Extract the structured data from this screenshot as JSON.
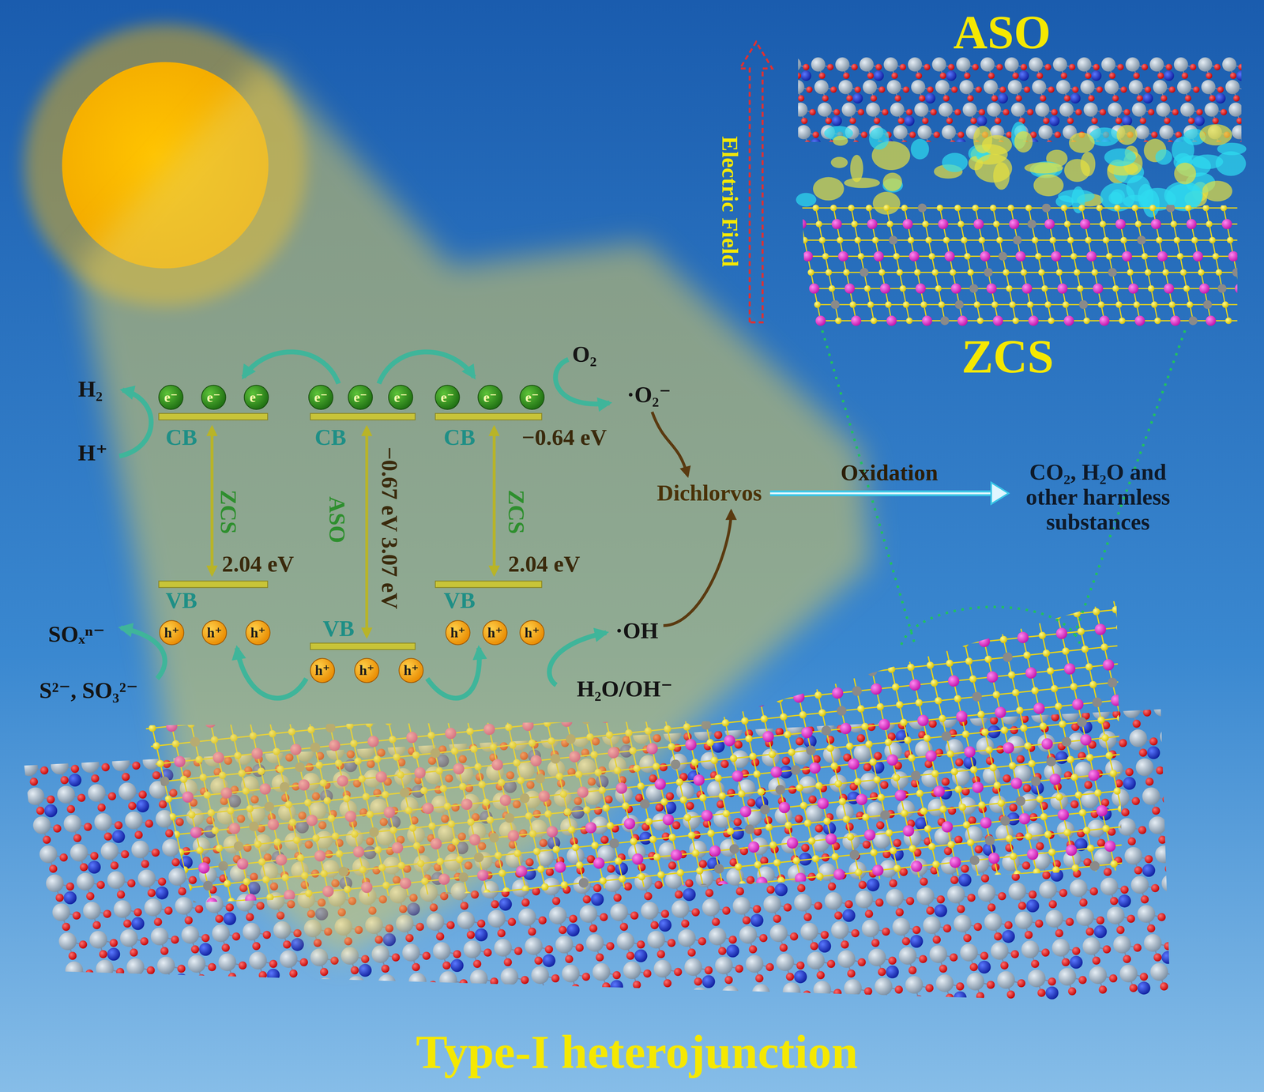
{
  "diagram": {
    "caption": "Type-I heterojunction",
    "nodes": [
      {
        "text": [
          "·O₂⁻"
        ]
      },
      {
        "text": [
          "·OH"
        ]
      },
      {
        "text": [
          "Dichlorvos"
        ]
      },
      {
        "text": [
          "CO₂, H₂O and other harmless substances"
        ]
      }
    ],
    "edges": [
      {
        "from": 0,
        "to": 2,
        "arrow": "to"
      },
      {
        "from": 1,
        "to": 2,
        "arrow": "to"
      },
      {
        "from": 2,
        "to": 3,
        "label": "Oxidation",
        "arrow": "to"
      }
    ],
    "labels": [
      "ASO",
      "Electric Field",
      "ZCS",
      "H₂",
      "H⁺",
      "e⁻",
      "e⁻",
      "e⁻",
      "e⁻",
      "e⁻",
      "e⁻",
      "e⁻",
      "e⁻",
      "e⁻",
      "CB",
      "CB",
      "CB",
      "ZCS",
      "ASO",
      "ZCS",
      "−0.67 eV 3.07 eV",
      "−0.64 eV",
      "O₂",
      "VB",
      "2.04 eV",
      "VB",
      "VB",
      "2.04 eV",
      "h⁺",
      "h⁺",
      "h⁺",
      "h⁺",
      "h⁺",
      "h⁺",
      "h⁺",
      "h⁺",
      "h⁺",
      "SOₓⁿ⁻",
      "S²⁻, SO₃²⁻",
      "H₂O/OH⁻"
    ]
  }
}
